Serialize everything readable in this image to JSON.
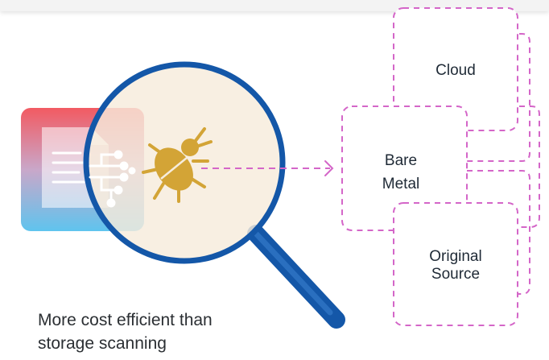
{
  "diagram": {
    "nodes": {
      "cloud": "Cloud",
      "bare_metal": {
        "line1": "Bare",
        "line2": "Metal"
      },
      "original_source": {
        "line1": "Original",
        "line2": "Source"
      }
    },
    "caption": {
      "line1": "More cost efficient than",
      "line2": "storage scanning"
    }
  },
  "icons": {
    "document": "document-ai-icon",
    "magnifier": "magnifying-glass-icon",
    "bug": "bug-icon",
    "arrow": "arrow-right-icon"
  },
  "colors": {
    "doc_gradient_top": "#f25a62",
    "doc_gradient_bottom": "#5fc4ee",
    "lens_fill": "#f6ecdc",
    "lens_ring": "#1457a8",
    "bug": "#d3a436",
    "dashed": "#d466c8"
  }
}
